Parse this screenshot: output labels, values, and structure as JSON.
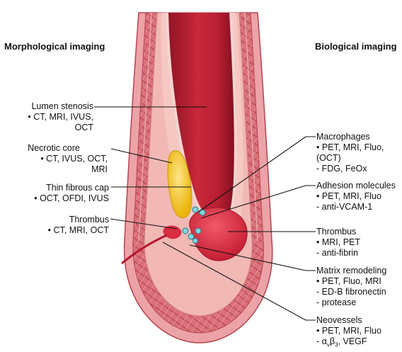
{
  "headers": {
    "left": "Morphological imaging",
    "right": "Biological imaging"
  },
  "left_labels": [
    {
      "title": "Lumen stenosis",
      "lines": [
        "• CT, MRI, IVUS,",
        "OCT"
      ]
    },
    {
      "title": "Necrotic core",
      "lines": [
        "• CT, IVUS, OCT,",
        "MRI"
      ]
    },
    {
      "title": "Thin fibrous cap",
      "lines": [
        "• OCT, OFDI, IVUS"
      ]
    },
    {
      "title": "Thrombus",
      "lines": [
        "• CT, MRI, OCT"
      ]
    }
  ],
  "right_labels": [
    {
      "title": "Macrophages",
      "lines": [
        "• PET, MRI, Fluo,",
        "(OCT)",
        "- FDG, FeOx"
      ]
    },
    {
      "title": "Adhesion molecules",
      "lines": [
        "• PET, MRI, Fluo",
        "- anti-VCAM-1"
      ]
    },
    {
      "title": "Thrombus",
      "lines": [
        "• MRI, PET",
        "- anti-fibrin"
      ]
    },
    {
      "title": "Matrix remodeling",
      "lines": [
        "• PET, Fluo, MRI",
        "- ED-B fibronectin",
        "- protease"
      ]
    },
    {
      "title": "Neovessels",
      "lines": [
        "• PET, MRI, Fluo"
      ]
    }
  ],
  "neovessels_last_line": {
    "prefix": "- α",
    "sub1": "v",
    "mid": "β",
    "sub2": "3",
    "suffix": ", VEGF"
  },
  "colors": {
    "outer_wall": "#d9707a",
    "wall_texture": "#c04c58",
    "intima": "#f2b8b4",
    "lumen": "#c8283a",
    "lumen_dark": "#8f1424",
    "necrotic_core": "#f2c21a",
    "thrombus": "#e0344a",
    "line": "#111111"
  }
}
